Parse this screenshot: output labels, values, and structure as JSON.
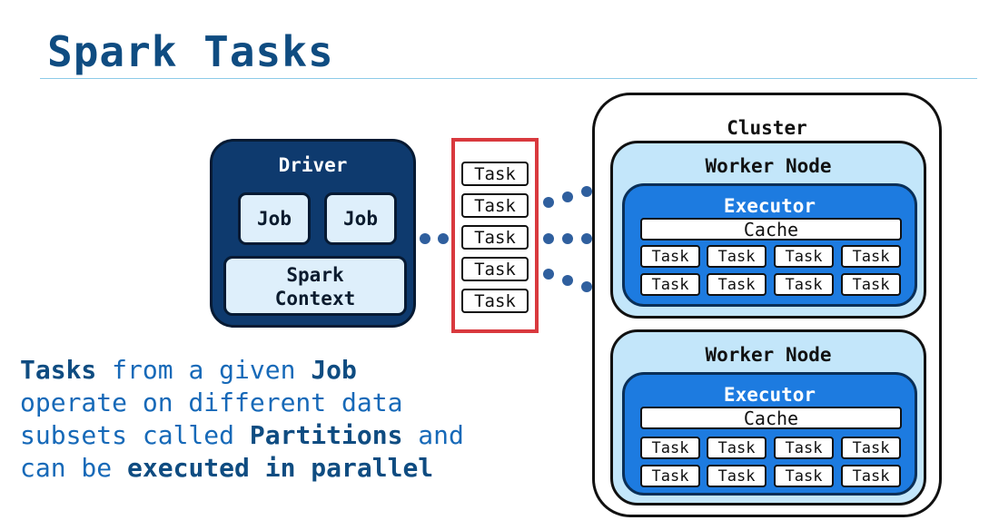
{
  "title": "Spark Tasks",
  "driver": {
    "label": "Driver",
    "jobs": [
      "Job",
      "Job"
    ],
    "context_line1": "Spark",
    "context_line2": "Context"
  },
  "task_queue": [
    "Task",
    "Task",
    "Task",
    "Task",
    "Task"
  ],
  "cluster": {
    "label": "Cluster",
    "worker_nodes": [
      {
        "label": "Worker Node",
        "executor": "Executor",
        "cache": "Cache",
        "tasks": [
          "Task",
          "Task",
          "Task",
          "Task",
          "Task",
          "Task",
          "Task",
          "Task"
        ]
      },
      {
        "label": "Worker Node",
        "executor": "Executor",
        "cache": "Cache",
        "tasks": [
          "Task",
          "Task",
          "Task",
          "Task",
          "Task",
          "Task",
          "Task",
          "Task"
        ]
      }
    ]
  },
  "description": {
    "l1_a": "Tasks",
    "l1_b": " from a given ",
    "l1_c": "Job",
    "l2": "operate on different data",
    "l3_a": "subsets called ",
    "l3_b": "Partitions",
    "l3_c": " and",
    "l4_a": "can be ",
    "l4_b": "executed in parallel"
  },
  "colors": {
    "title": "#0f4c81",
    "driver": "#0e3a6e",
    "task_frame": "#d9393e",
    "worker_node": "#c3e6fa",
    "executor": "#1d7be0",
    "description": "#1669b8"
  }
}
